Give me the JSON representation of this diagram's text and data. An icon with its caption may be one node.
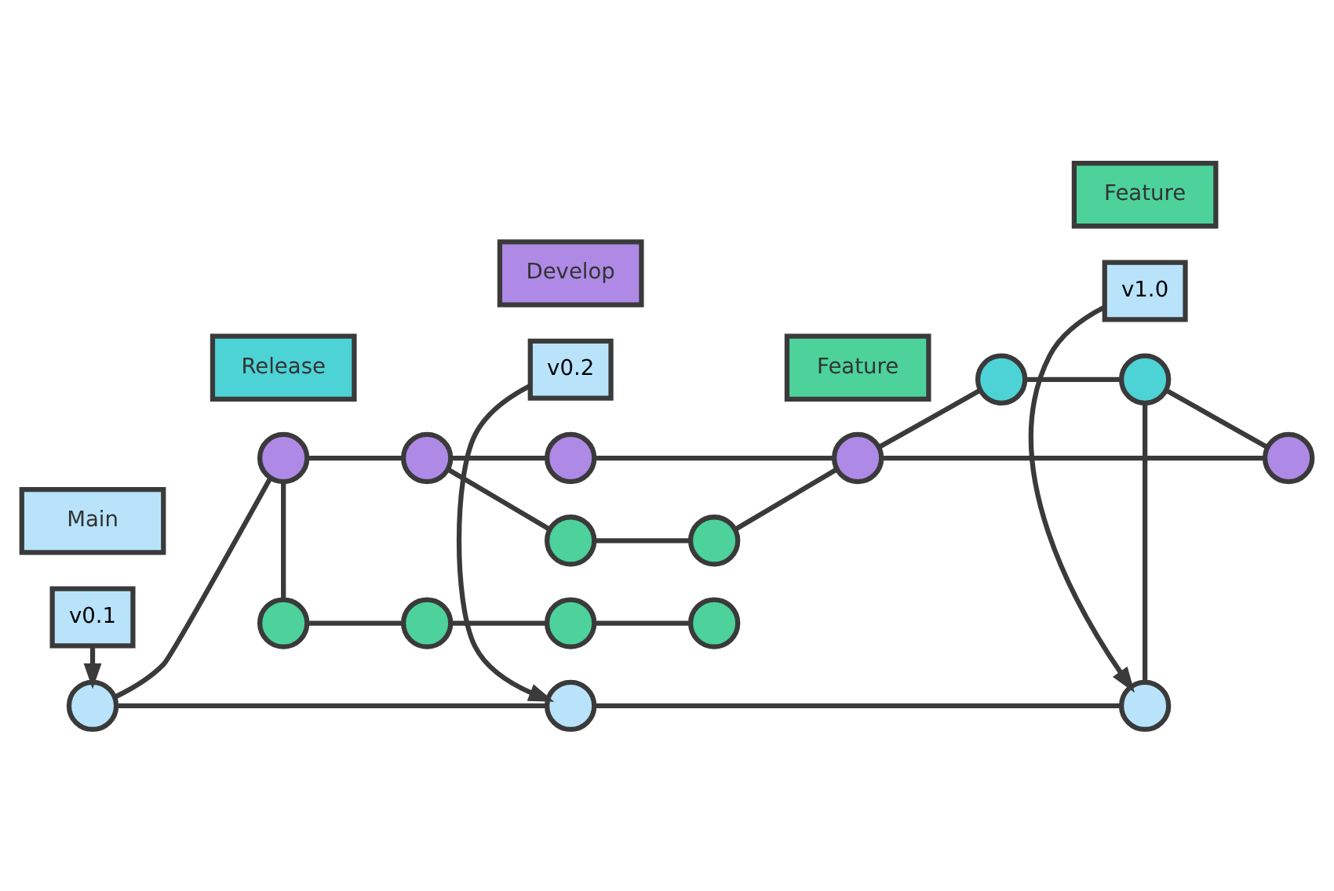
{
  "diagram": {
    "nodes": [
      {
        "text": [
          "v0.1"
        ]
      },
      {
        "text": [
          "v0.2"
        ]
      },
      {
        "text": [
          "v1.0"
        ]
      },
      {
        "text": [],
        "shape": "circle"
      },
      {
        "text": [],
        "shape": "circle"
      },
      {
        "text": [],
        "shape": "circle"
      },
      {
        "text": [],
        "shape": "circle"
      },
      {
        "text": [],
        "shape": "circle"
      },
      {
        "text": [],
        "shape": "circle"
      },
      {
        "text": [],
        "shape": "circle"
      },
      {
        "text": [],
        "shape": "circle"
      },
      {
        "text": [],
        "shape": "circle"
      },
      {
        "text": [],
        "shape": "circle"
      },
      {
        "text": [],
        "shape": "circle"
      },
      {
        "text": [],
        "shape": "circle"
      },
      {
        "text": [],
        "shape": "circle"
      },
      {
        "text": [],
        "shape": "circle"
      },
      {
        "text": [],
        "shape": "circle"
      },
      {
        "text": [],
        "shape": "circle"
      }
    ],
    "edges": [
      {
        "from": 0,
        "to": 3,
        "arrow": "to"
      },
      {
        "from": 1,
        "to": 4,
        "arrow": "to"
      },
      {
        "from": 2,
        "to": 5,
        "arrow": "to"
      },
      {
        "from": 3,
        "to": 4,
        "arrow": "none"
      },
      {
        "from": 4,
        "to": 5,
        "arrow": "none"
      },
      {
        "from": 3,
        "to": 8,
        "arrow": "none"
      },
      {
        "from": 8,
        "to": 9,
        "arrow": "none"
      },
      {
        "from": 9,
        "to": 10,
        "arrow": "none"
      },
      {
        "from": 10,
        "to": 11,
        "arrow": "none"
      },
      {
        "from": 9,
        "to": 13,
        "arrow": "none"
      },
      {
        "from": 13,
        "to": 14,
        "arrow": "none"
      },
      {
        "from": 14,
        "to": 11,
        "arrow": "none"
      },
      {
        "from": 8,
        "to": 15,
        "arrow": "none"
      },
      {
        "from": 15,
        "to": 16,
        "arrow": "none"
      },
      {
        "from": 16,
        "to": 17,
        "arrow": "none"
      },
      {
        "from": 17,
        "to": 18,
        "arrow": "none"
      },
      {
        "from": 11,
        "to": 6,
        "arrow": "none"
      },
      {
        "from": 6,
        "to": 7,
        "arrow": "none"
      },
      {
        "from": 7,
        "to": 5,
        "arrow": "none"
      },
      {
        "from": 7,
        "to": 12,
        "arrow": "none"
      },
      {
        "from": 11,
        "to": 12,
        "arrow": "none"
      }
    ],
    "legend": [
      {
        "text": "Main",
        "color": "#b8e3fb"
      },
      {
        "text": "Release",
        "color": "#4dd3d6"
      },
      {
        "text": "Develop",
        "color": "#ae8ae6"
      },
      {
        "text": "Feature",
        "color": "#4cd29a"
      },
      {
        "text": "Feature",
        "color": "#4cd29a"
      }
    ]
  }
}
